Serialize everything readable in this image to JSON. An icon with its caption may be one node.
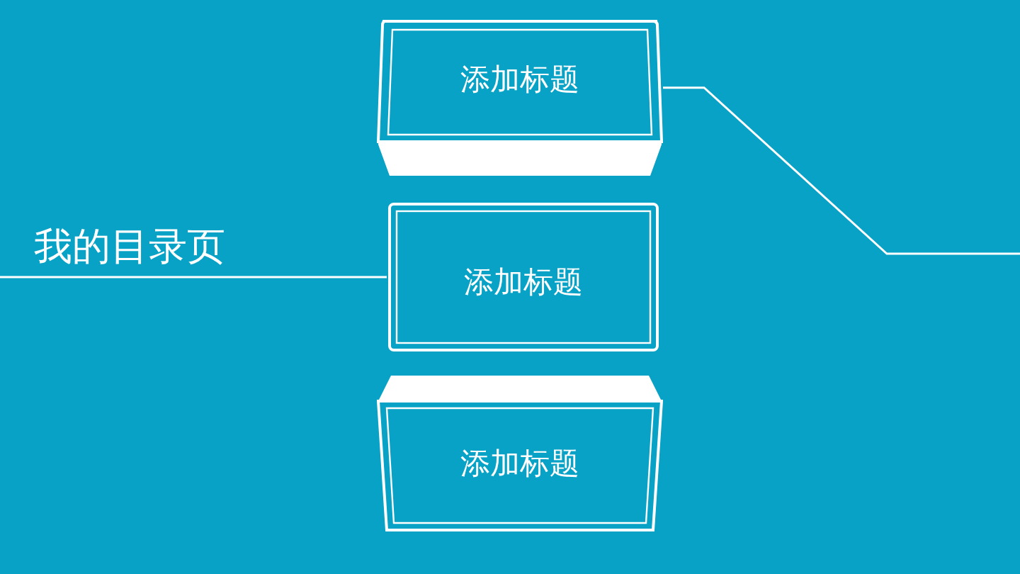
{
  "diagram": {
    "title": "我的目录页",
    "nodes": [
      {
        "text": [
          "添加标题"
        ]
      },
      {
        "text": [
          "添加标题"
        ]
      },
      {
        "text": [
          "添加标题"
        ]
      }
    ],
    "edges": [
      {
        "from": null,
        "to": 1,
        "arrow": "none"
      },
      {
        "from": 0,
        "to": null,
        "arrow": "none"
      }
    ]
  }
}
